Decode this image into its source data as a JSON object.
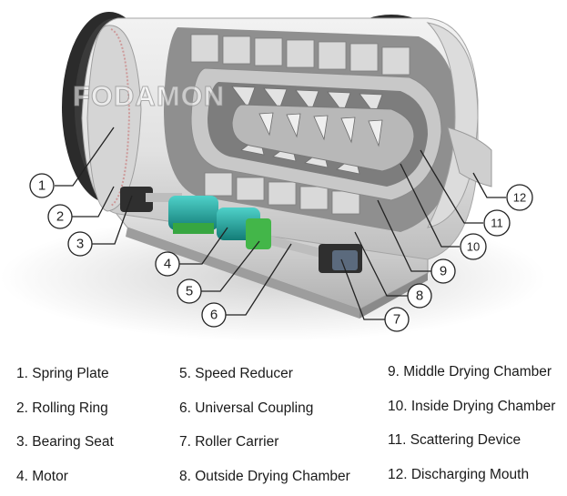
{
  "watermark": "FODAMON",
  "callouts": [
    "1",
    "2",
    "3",
    "4",
    "5",
    "6",
    "7",
    "8",
    "9",
    "10",
    "11",
    "12"
  ],
  "legend": [
    "1. Spring Plate",
    "2. Rolling Ring",
    "3. Bearing Seat",
    "4. Motor",
    "5. Speed Reducer",
    "6. Universal Coupling",
    "7. Roller Carrier",
    "8. Outside Drying Chamber",
    "9. Middle Drying Chamber",
    "10. Inside Drying Chamber",
    "11. Scattering Device",
    "12. Discharging Mouth"
  ],
  "colors": {
    "shell": "#e6e6e6",
    "shell_shadow": "#b9b9b9",
    "dark_ring": "#2b2b2b",
    "motor": "#1fa6a0",
    "reducer": "#43b649",
    "base": "#d8d8d8",
    "leader": "#222222"
  }
}
